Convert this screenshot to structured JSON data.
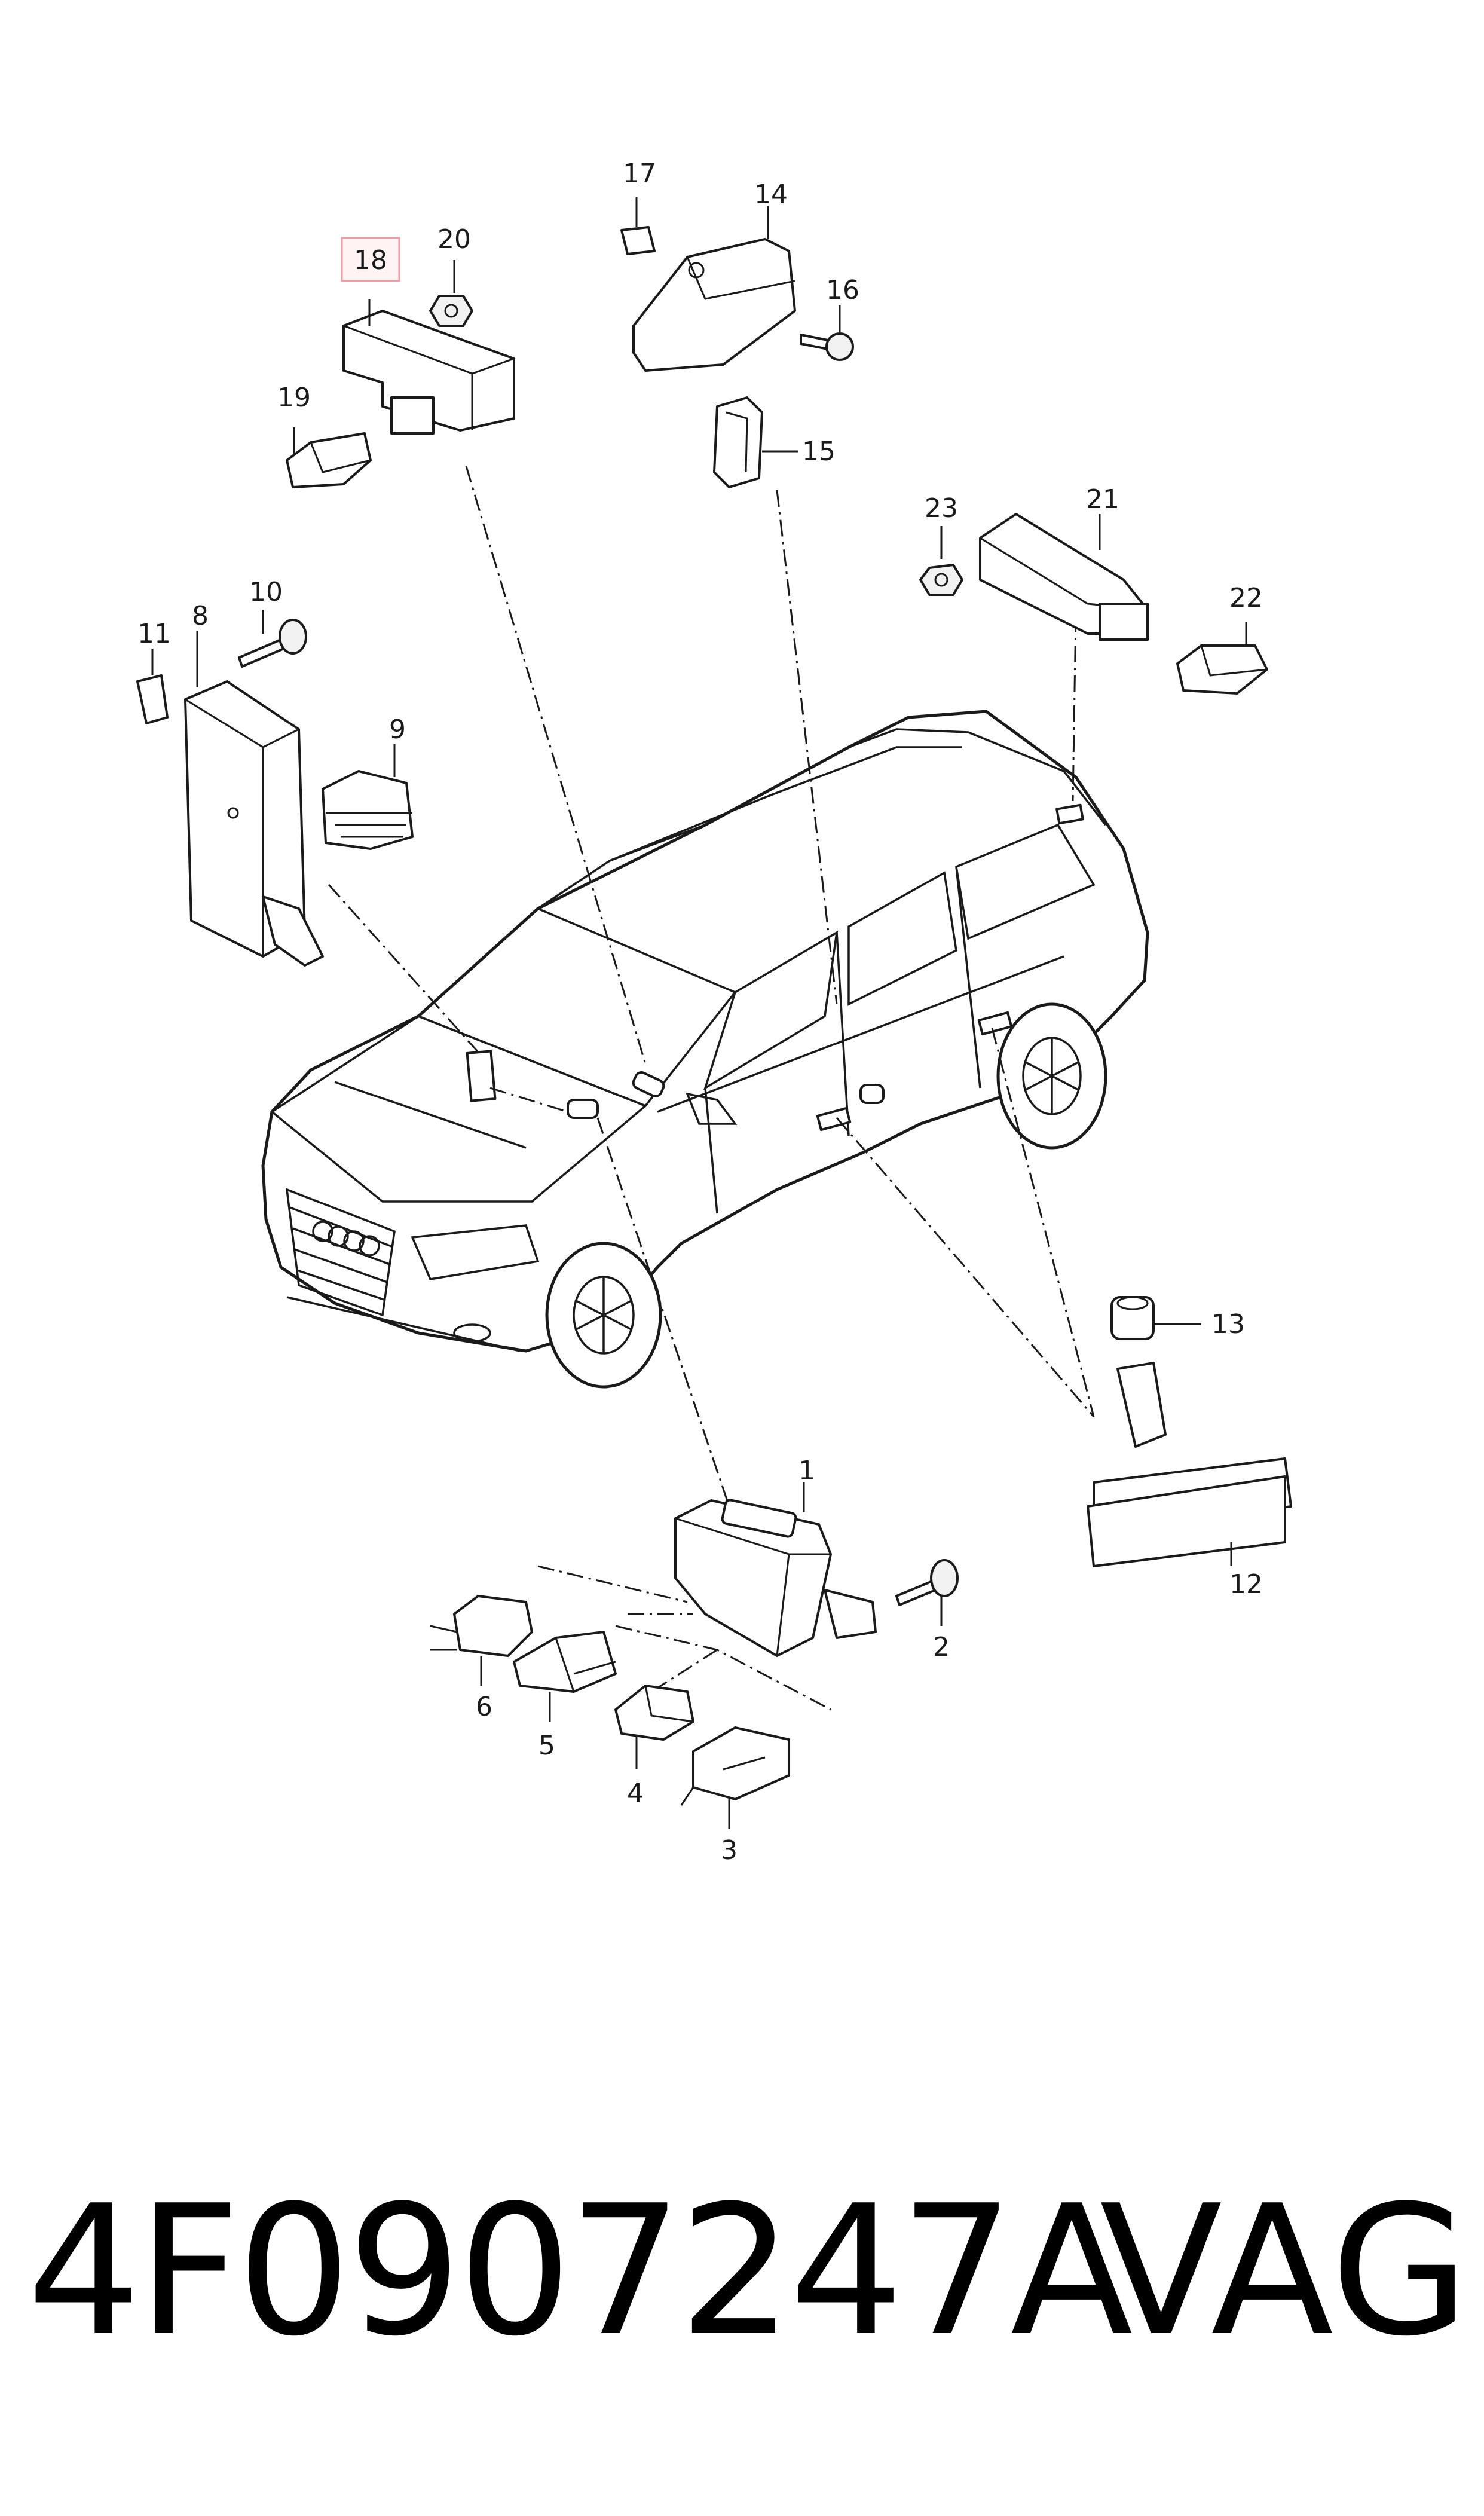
{
  "diagram": {
    "callouts": [
      {
        "id": "c1",
        "text": "1"
      },
      {
        "id": "c2",
        "text": "2"
      },
      {
        "id": "c3",
        "text": "3"
      },
      {
        "id": "c4",
        "text": "4"
      },
      {
        "id": "c5",
        "text": "5"
      },
      {
        "id": "c6",
        "text": "6"
      },
      {
        "id": "c8",
        "text": "8"
      },
      {
        "id": "c9",
        "text": "9"
      },
      {
        "id": "c10",
        "text": "10"
      },
      {
        "id": "c11",
        "text": "11"
      },
      {
        "id": "c12",
        "text": "12"
      },
      {
        "id": "c13",
        "text": "13"
      },
      {
        "id": "c14",
        "text": "14"
      },
      {
        "id": "c15",
        "text": "15"
      },
      {
        "id": "c16",
        "text": "16"
      },
      {
        "id": "c17",
        "text": "17"
      },
      {
        "id": "c18",
        "text": "18"
      },
      {
        "id": "c19",
        "text": "19"
      },
      {
        "id": "c20",
        "text": "20"
      },
      {
        "id": "c21",
        "text": "21"
      },
      {
        "id": "c22",
        "text": "22"
      },
      {
        "id": "c23",
        "text": "23"
      }
    ],
    "highlighted_callout": "18",
    "highlight_color": "#e8a0a8"
  },
  "footer": {
    "part_number": "4F0907247A",
    "brand": "VAG"
  }
}
